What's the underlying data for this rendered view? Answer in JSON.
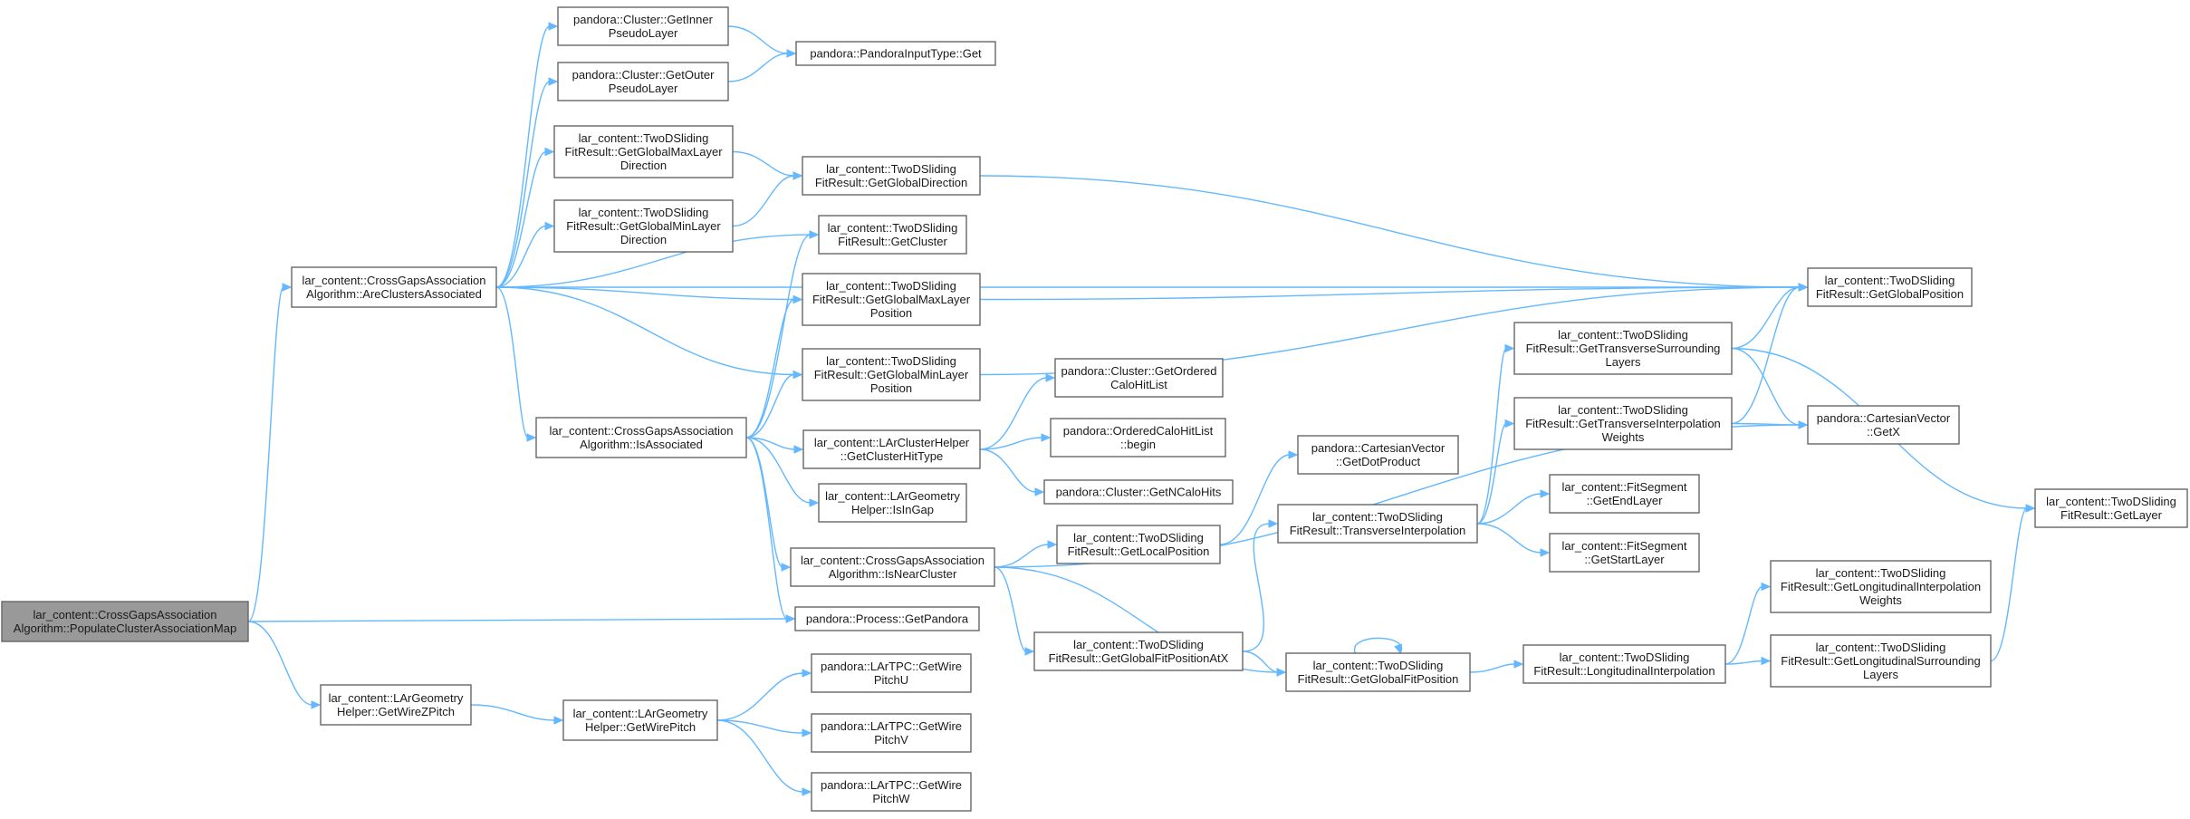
{
  "colors": {
    "edge": "#63b8ff",
    "node_border": "#666666",
    "root_fill": "#999999",
    "node_fill": "#ffffff"
  },
  "nodes": [
    {
      "id": "populate",
      "lines": [
        "lar_content::CrossGapsAssociation",
        "Algorithm::PopulateClusterAssociationMap"
      ],
      "root": true
    },
    {
      "id": "areAssoc",
      "lines": [
        "lar_content::CrossGapsAssociation",
        "Algorithm::AreClustersAssociated"
      ]
    },
    {
      "id": "isAssoc",
      "lines": [
        "lar_content::CrossGapsAssociation",
        "Algorithm::IsAssociated"
      ]
    },
    {
      "id": "wireZ",
      "lines": [
        "lar_content::LArGeometry",
        "Helper::GetWireZPitch"
      ]
    },
    {
      "id": "innerPL",
      "lines": [
        "pandora::Cluster::GetInner",
        "PseudoLayer"
      ]
    },
    {
      "id": "outerPL",
      "lines": [
        "pandora::Cluster::GetOuter",
        "PseudoLayer"
      ]
    },
    {
      "id": "gMaxDir",
      "lines": [
        "lar_content::TwoDSliding",
        "FitResult::GetGlobalMaxLayer",
        "Direction"
      ]
    },
    {
      "id": "gMinDir",
      "lines": [
        "lar_content::TwoDSliding",
        "FitResult::GetGlobalMinLayer",
        "Direction"
      ]
    },
    {
      "id": "wirePitch",
      "lines": [
        "lar_content::LArGeometry",
        "Helper::GetWirePitch"
      ]
    },
    {
      "id": "pandoraGet",
      "lines": [
        "pandora::PandoraInputType::Get"
      ]
    },
    {
      "id": "gDir",
      "lines": [
        "lar_content::TwoDSliding",
        "FitResult::GetGlobalDirection"
      ]
    },
    {
      "id": "getCluster",
      "lines": [
        "lar_content::TwoDSliding",
        "FitResult::GetCluster"
      ]
    },
    {
      "id": "gMaxPos",
      "lines": [
        "lar_content::TwoDSliding",
        "FitResult::GetGlobalMaxLayer",
        "Position"
      ]
    },
    {
      "id": "gMinPos",
      "lines": [
        "lar_content::TwoDSliding",
        "FitResult::GetGlobalMinLayer",
        "Position"
      ]
    },
    {
      "id": "hitType",
      "lines": [
        "lar_content::LArClusterHelper",
        "::GetClusterHitType"
      ]
    },
    {
      "id": "isInGap",
      "lines": [
        "lar_content::LArGeometry",
        "Helper::IsInGap"
      ]
    },
    {
      "id": "isNear",
      "lines": [
        "lar_content::CrossGapsAssociation",
        "Algorithm::IsNearCluster"
      ]
    },
    {
      "id": "getPandora",
      "lines": [
        "pandora::Process::GetPandora"
      ]
    },
    {
      "id": "pitchU",
      "lines": [
        "pandora::LArTPC::GetWire",
        "PitchU"
      ]
    },
    {
      "id": "pitchV",
      "lines": [
        "pandora::LArTPC::GetWire",
        "PitchV"
      ]
    },
    {
      "id": "pitchW",
      "lines": [
        "pandora::LArTPC::GetWire",
        "PitchW"
      ]
    },
    {
      "id": "ordered",
      "lines": [
        "pandora::Cluster::GetOrdered",
        "CaloHitList"
      ]
    },
    {
      "id": "begin",
      "lines": [
        "pandora::OrderedCaloHitList",
        "::begin"
      ]
    },
    {
      "id": "nCalo",
      "lines": [
        "pandora::Cluster::GetNCaloHits"
      ]
    },
    {
      "id": "localPos",
      "lines": [
        "lar_content::TwoDSliding",
        "FitResult::GetLocalPosition"
      ]
    },
    {
      "id": "gFitPosX",
      "lines": [
        "lar_content::TwoDSliding",
        "FitResult::GetGlobalFitPositionAtX"
      ]
    },
    {
      "id": "dot",
      "lines": [
        "pandora::CartesianVector",
        "::GetDotProduct"
      ]
    },
    {
      "id": "transInterp",
      "lines": [
        "lar_content::TwoDSliding",
        "FitResult::TransverseInterpolation"
      ]
    },
    {
      "id": "gFitPos",
      "lines": [
        "lar_content::TwoDSliding",
        "FitResult::GetGlobalFitPosition"
      ]
    },
    {
      "id": "transSurr",
      "lines": [
        "lar_content::TwoDSliding",
        "FitResult::GetTransverseSurrounding",
        "Layers"
      ]
    },
    {
      "id": "transWeights",
      "lines": [
        "lar_content::TwoDSliding",
        "FitResult::GetTransverseInterpolation",
        "Weights"
      ]
    },
    {
      "id": "endLayer",
      "lines": [
        "lar_content::FitSegment",
        "::GetEndLayer"
      ]
    },
    {
      "id": "startLayer",
      "lines": [
        "lar_content::FitSegment",
        "::GetStartLayer"
      ]
    },
    {
      "id": "longInterp",
      "lines": [
        "lar_content::TwoDSliding",
        "FitResult::LongitudinalInterpolation"
      ]
    },
    {
      "id": "gPos",
      "lines": [
        "lar_content::TwoDSliding",
        "FitResult::GetGlobalPosition"
      ]
    },
    {
      "id": "getX",
      "lines": [
        "pandora::CartesianVector",
        "::GetX"
      ]
    },
    {
      "id": "longWeights",
      "lines": [
        "lar_content::TwoDSliding",
        "FitResult::GetLongitudinalInterpolation",
        "Weights"
      ]
    },
    {
      "id": "longSurr",
      "lines": [
        "lar_content::TwoDSliding",
        "FitResult::GetLongitudinalSurrounding",
        "Layers"
      ]
    },
    {
      "id": "getLayer",
      "lines": [
        "lar_content::TwoDSliding",
        "FitResult::GetLayer"
      ]
    }
  ],
  "edges": [
    [
      "populate",
      "areAssoc"
    ],
    [
      "populate",
      "getPandora"
    ],
    [
      "populate",
      "wireZ"
    ],
    [
      "areAssoc",
      "innerPL"
    ],
    [
      "areAssoc",
      "outerPL"
    ],
    [
      "areAssoc",
      "gMaxDir"
    ],
    [
      "areAssoc",
      "gMinDir"
    ],
    [
      "areAssoc",
      "getCluster"
    ],
    [
      "areAssoc",
      "gMaxPos"
    ],
    [
      "areAssoc",
      "gMinPos"
    ],
    [
      "areAssoc",
      "gPos"
    ],
    [
      "areAssoc",
      "isAssoc"
    ],
    [
      "innerPL",
      "pandoraGet"
    ],
    [
      "outerPL",
      "pandoraGet"
    ],
    [
      "gMaxDir",
      "gDir"
    ],
    [
      "gMinDir",
      "gDir"
    ],
    [
      "gDir",
      "gPos"
    ],
    [
      "gMaxPos",
      "gPos"
    ],
    [
      "gMinPos",
      "gPos"
    ],
    [
      "isAssoc",
      "getCluster"
    ],
    [
      "isAssoc",
      "gMaxPos"
    ],
    [
      "isAssoc",
      "gMinPos"
    ],
    [
      "isAssoc",
      "hitType"
    ],
    [
      "isAssoc",
      "isInGap"
    ],
    [
      "isAssoc",
      "isNear"
    ],
    [
      "isAssoc",
      "getPandora"
    ],
    [
      "hitType",
      "ordered"
    ],
    [
      "hitType",
      "begin"
    ],
    [
      "hitType",
      "nCalo"
    ],
    [
      "isNear",
      "localPos"
    ],
    [
      "isNear",
      "gFitPosX"
    ],
    [
      "isNear",
      "gFitPos"
    ],
    [
      "isNear",
      "getX"
    ],
    [
      "localPos",
      "dot"
    ],
    [
      "gFitPosX",
      "transInterp"
    ],
    [
      "gFitPosX",
      "gFitPos"
    ],
    [
      "transInterp",
      "transSurr"
    ],
    [
      "transInterp",
      "transWeights"
    ],
    [
      "transInterp",
      "endLayer"
    ],
    [
      "transInterp",
      "startLayer"
    ],
    [
      "transSurr",
      "gPos"
    ],
    [
      "transSurr",
      "getX"
    ],
    [
      "transSurr",
      "getLayer"
    ],
    [
      "transWeights",
      "gPos"
    ],
    [
      "transWeights",
      "getX"
    ],
    [
      "gFitPos",
      "gFitPos"
    ],
    [
      "gFitPos",
      "longInterp"
    ],
    [
      "longInterp",
      "longWeights"
    ],
    [
      "longInterp",
      "longSurr"
    ],
    [
      "longSurr",
      "getLayer"
    ],
    [
      "wireZ",
      "wirePitch"
    ],
    [
      "wirePitch",
      "pitchU"
    ],
    [
      "wirePitch",
      "pitchV"
    ],
    [
      "wirePitch",
      "pitchW"
    ]
  ]
}
